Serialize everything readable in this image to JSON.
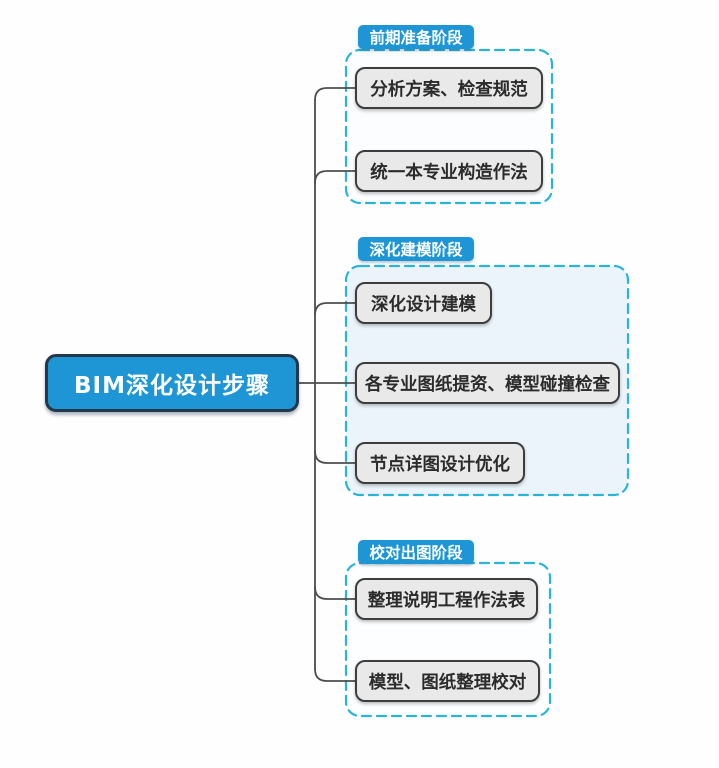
{
  "diagram": {
    "type": "mindmap",
    "root": {
      "label": "BIM深化设计步骤"
    },
    "groups": [
      {
        "header": "前期准备阶段",
        "items": [
          {
            "label": "分析方案、检查规范"
          },
          {
            "label": "统一本专业构造作法"
          }
        ]
      },
      {
        "header": "深化建模阶段",
        "items": [
          {
            "label": "深化设计建模"
          },
          {
            "label": "各专业图纸提资、模型碰撞检查"
          },
          {
            "label": "节点详图设计优化"
          }
        ]
      },
      {
        "header": "校对出图阶段",
        "items": [
          {
            "label": "整理说明工程作法表"
          },
          {
            "label": "模型、图纸整理校对"
          }
        ]
      }
    ]
  },
  "colors": {
    "accent_blue": "#1e95d4",
    "root_border": "#24384a",
    "dashed_border": "#2ab5d8",
    "node_fill": "#e9e9e9",
    "node_border": "#3d3d3d",
    "connector_line": "#4d4d4d",
    "group1_fill": "#fbfdfe",
    "group2_fill": "#ecf4fb",
    "group3_fill": "#fdfeff",
    "text_dark": "#2b2b2b",
    "text_white": "#ffffff"
  }
}
